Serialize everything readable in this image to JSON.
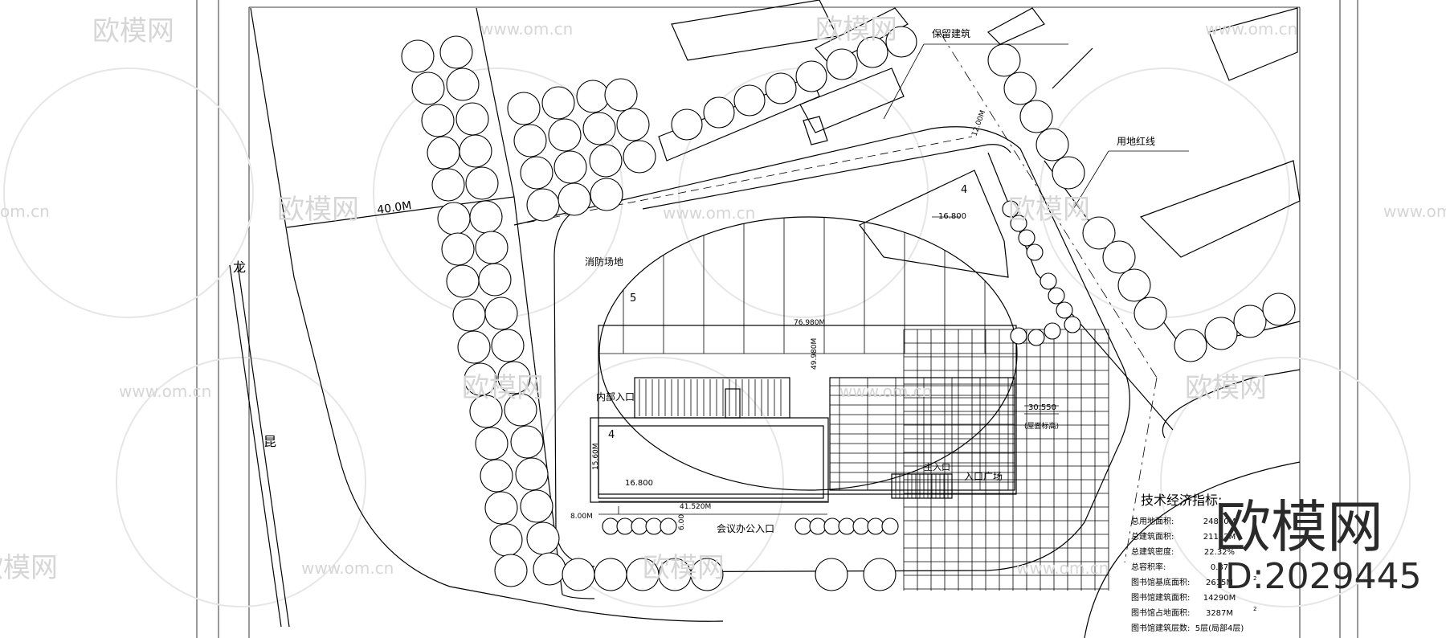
{
  "watermark": {
    "brand": "欧模网",
    "url": "www.om.cn",
    "url_short": "om.cn"
  },
  "stamp": {
    "brand": "欧模网",
    "id": "ID:2029445"
  },
  "road": {
    "char1": "龙",
    "char2": "昆",
    "width_label": "40.0M"
  },
  "labels": {
    "reserve_building": "保留建筑",
    "site_redline": "用地红线",
    "fire_ground": "消防场地",
    "internal_entrance": "内部入口",
    "main_entrance": "主入口",
    "plaza": "入口广场",
    "public_entrance": "会议办公入口",
    "floors_5": "5",
    "floors_4a": "4",
    "floors_4b": "4",
    "height_a": "16.800",
    "height_b": "16.800",
    "height_c": "30.550",
    "height_c_note": "(屋面标高)",
    "dim_width": "76.980M",
    "dim_depth": "49.980M",
    "dim_left": "15.60M",
    "dim_bottom": "41.520M",
    "dim_gap": "8.00M",
    "dim_gap2": "6.00",
    "dim_top_road": "12.00M"
  },
  "indicators": {
    "title": "技术经济指标:",
    "rows": [
      {
        "label": "总用地面积:",
        "value": "24870M",
        "unit": "2"
      },
      {
        "label": "总建筑面积:",
        "value": "21152M",
        "unit": "2"
      },
      {
        "label": "总建筑密度:",
        "value": "22.32%",
        "unit": ""
      },
      {
        "label": "总容积率:",
        "value": "0.87",
        "unit": ""
      },
      {
        "label": "图书馆基底面积:",
        "value": "2615M",
        "unit": "2"
      },
      {
        "label": "图书馆建筑面积:",
        "value": "14290M",
        "unit": ""
      },
      {
        "label": "图书馆占地面积:",
        "value": "3287M",
        "unit": "2"
      },
      {
        "label": "图书馆建筑层数:",
        "value": "5层(局部4层)",
        "unit": ""
      }
    ]
  }
}
